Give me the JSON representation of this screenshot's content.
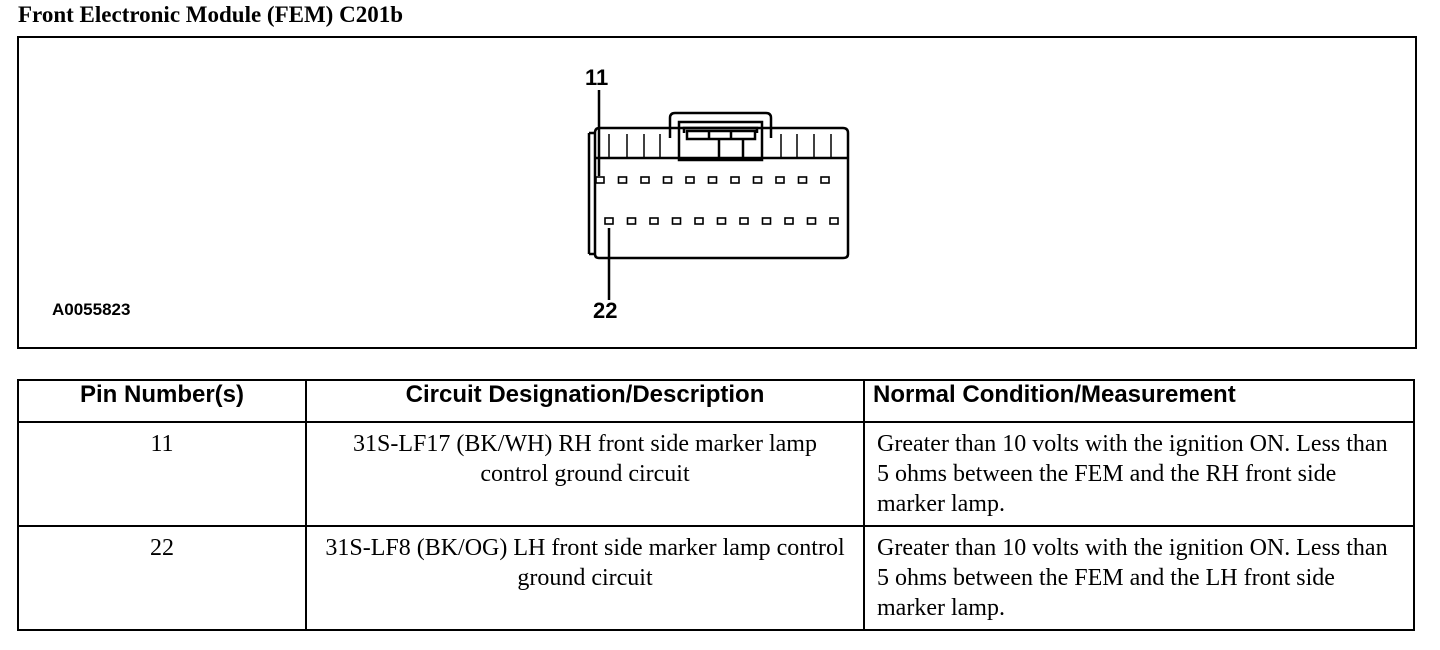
{
  "title": "Front Electronic Module (FEM) C201b",
  "figure": {
    "id": "A0055823",
    "pin_top_label": "11",
    "pin_bottom_label": "22",
    "top_row_pins": 11,
    "bottom_row_pins": 11
  },
  "table": {
    "headers": [
      "Pin Number(s)",
      "Circuit Designation/Description",
      "Normal Condition/Measurement"
    ],
    "rows": [
      {
        "pin": "11",
        "circuit": "31S-LF17 (BK/WH) RH front side marker lamp control ground circuit",
        "condition": "Greater than 10 volts with the ignition ON. Less than 5 ohms between the FEM and the RH front side marker lamp."
      },
      {
        "pin": "22",
        "circuit": "31S-LF8 (BK/OG) LH front side marker lamp control ground circuit",
        "condition": "Greater than 10 volts with the ignition ON. Less than 5 ohms between the FEM and the LH front side marker lamp."
      }
    ]
  }
}
